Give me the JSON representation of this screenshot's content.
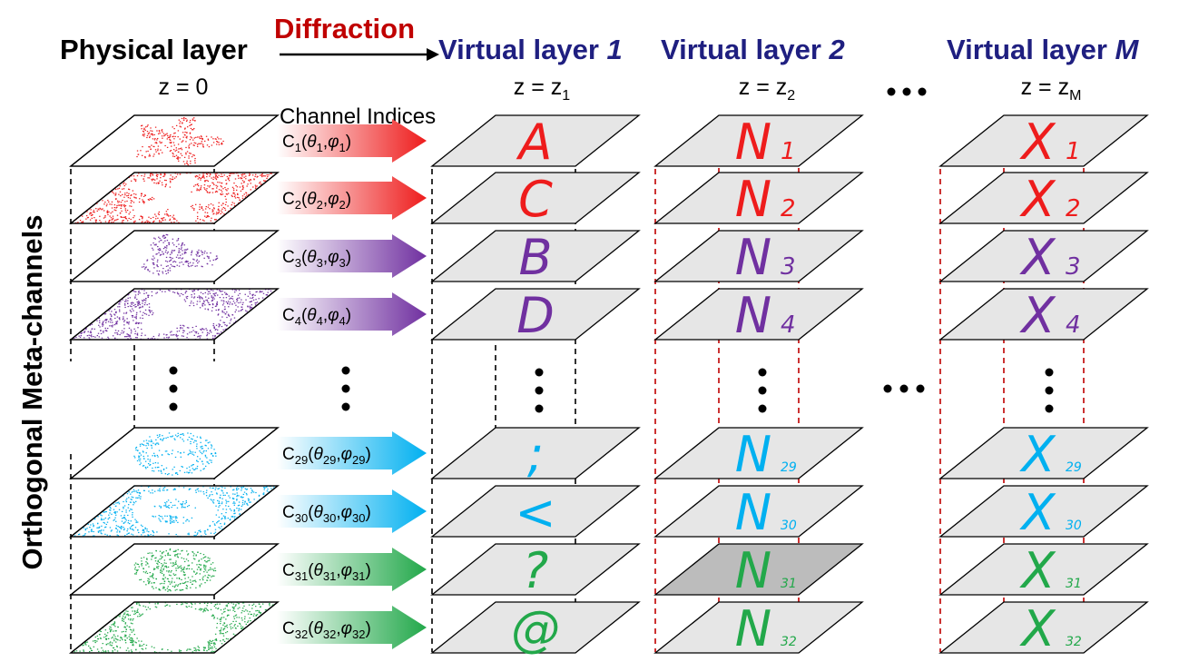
{
  "headings": {
    "physical": "Physical layer",
    "diffraction": "Diffraction",
    "virtual_prefix": "Virtual layer",
    "virtual1_index": "1",
    "virtual2_index": "2",
    "virtualM_index": "M",
    "channel_indices": "Channel Indices",
    "side_label": "Orthogonal Meta-channels"
  },
  "z_labels": {
    "prefix": "z = ",
    "physical": "0",
    "base": "z",
    "virtual1_sub": "1",
    "virtual2_sub": "2",
    "virtualM_sub": "M"
  },
  "ellipsis": "…",
  "colors": {
    "red": "#ee1c1c",
    "purple": "#7030a0",
    "cyan": "#00b0f0",
    "green": "#22a84a",
    "navy": "#1f1f80",
    "darkred": "#c00000",
    "plate": "#e6e6e6",
    "plate_highlight": "#bcbcbc"
  },
  "channels": [
    {
      "index": "1",
      "theta": "θ",
      "phi": "φ",
      "sub": "1",
      "color": "red",
      "virtual1": "A",
      "virtual2": "N",
      "virtualM": "X",
      "pattern": "star"
    },
    {
      "index": "2",
      "theta": "θ",
      "phi": "φ",
      "sub": "2",
      "color": "red",
      "virtual1": "C",
      "virtual2": "N",
      "virtualM": "X",
      "pattern": "star-inverse"
    },
    {
      "index": "3",
      "theta": "θ",
      "phi": "φ",
      "sub": "3",
      "color": "purple",
      "virtual1": "B",
      "virtual2": "N",
      "virtualM": "X",
      "pattern": "blob"
    },
    {
      "index": "4",
      "theta": "θ",
      "phi": "φ",
      "sub": "4",
      "color": "purple",
      "virtual1": "D",
      "virtual2": "N",
      "virtualM": "X",
      "pattern": "blob-inverse"
    },
    {
      "index": "29",
      "theta": "θ",
      "phi": "φ",
      "sub": "29",
      "color": "cyan",
      "virtual1": ";",
      "virtual2": "N",
      "virtualM": "X",
      "pattern": "ring"
    },
    {
      "index": "30",
      "theta": "θ",
      "phi": "φ",
      "sub": "30",
      "color": "cyan",
      "virtual1": "<",
      "virtual2": "N",
      "virtualM": "X",
      "pattern": "ring-inverse"
    },
    {
      "index": "31",
      "theta": "θ",
      "phi": "φ",
      "sub": "31",
      "color": "green",
      "virtual1": "?",
      "virtual2": "N",
      "virtualM": "X",
      "pattern": "ellipse"
    },
    {
      "index": "32",
      "theta": "θ",
      "phi": "φ",
      "sub": "32",
      "color": "green",
      "virtual1": "@",
      "virtual2": "N",
      "virtualM": "X",
      "pattern": "ellipse-inverse"
    }
  ]
}
